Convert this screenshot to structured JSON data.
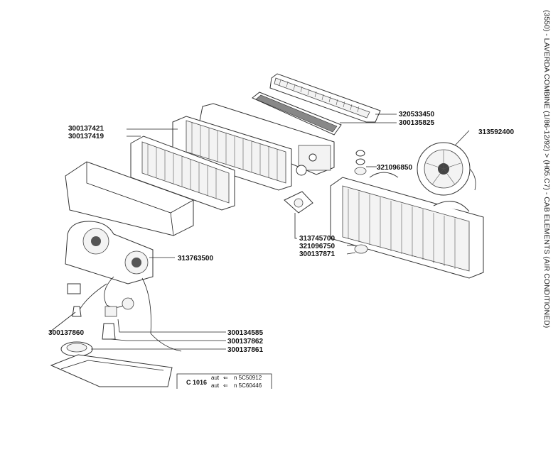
{
  "side_title": "(3550) - LAVERDA COMBINE (1/86-12/92) > (H05.C7) - CAB ELEMENTS (AIR CONDITIONED)",
  "labels": {
    "p320533450": "320533450",
    "p300135825": "300135825",
    "p313592400": "313592400",
    "p300137421": "300137421",
    "p300137419": "300137419",
    "p321096850": "321096850",
    "p313745700": "313745700",
    "p321096750": "321096750",
    "p300137871": "300137871",
    "p313763500": "313763500",
    "p300137860": "300137860",
    "p300134585": "300134585",
    "p300137862": "300137862",
    "p300137861": "300137861"
  },
  "serial_box": {
    "code": "C 1016",
    "line1_prefix": "aut",
    "line1_arrow": "⇐",
    "line1_serial": "n 5C50912",
    "line2_prefix": "aut",
    "line2_arrow": "⇐",
    "line2_serial": "n 5C60446"
  }
}
